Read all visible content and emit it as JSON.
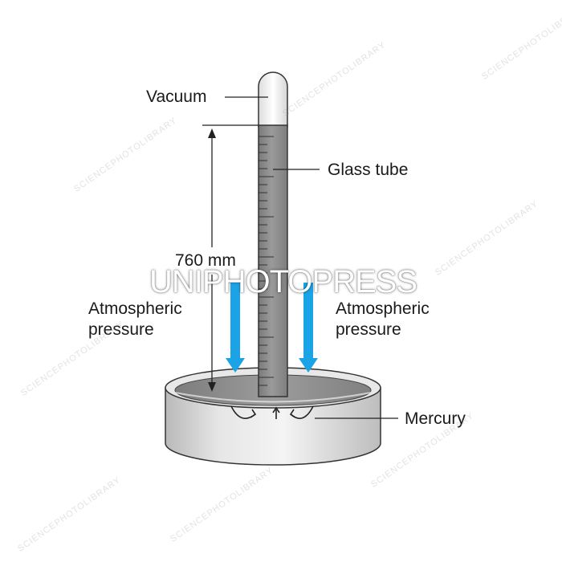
{
  "labels": {
    "vacuum": "Vacuum",
    "glass_tube": "Glass tube",
    "height": "760 mm",
    "atm_left_line1": "Atmospheric",
    "atm_left_line2": "pressure",
    "atm_right_line1": "Atmospheric",
    "atm_right_line2": "pressure",
    "mercury": "Mercury"
  },
  "watermark": {
    "banner": "UNIPHOTOPRESS",
    "credit": "SCIENCEPHOTOLIBRARY"
  },
  "colors": {
    "arrow": "#1aa3e6",
    "mercury": "#8a8a8a",
    "glass": "#f2f2f2",
    "line": "#222222"
  },
  "icons": {
    "arrow_down": "down-arrow-icon"
  }
}
